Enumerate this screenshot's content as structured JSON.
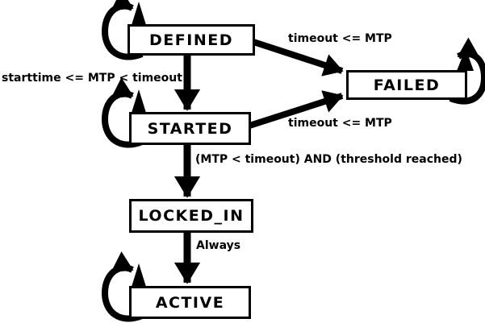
{
  "diagram": {
    "type": "state-machine",
    "background": "#ffffff",
    "stroke_color": "#000000",
    "box_fill": "#ffffff",
    "states": [
      {
        "id": "DEFINED",
        "label": "DEFINED",
        "self_loop": true
      },
      {
        "id": "FAILED",
        "label": "FAILED",
        "self_loop": true
      },
      {
        "id": "STARTED",
        "label": "STARTED",
        "self_loop": true
      },
      {
        "id": "LOCKED_IN",
        "label": "LOCKED_IN",
        "self_loop": false
      },
      {
        "id": "ACTIVE",
        "label": "ACTIVE",
        "self_loop": true
      }
    ],
    "transitions": [
      {
        "from": "DEFINED",
        "to": "FAILED",
        "label": "timeout <= MTP"
      },
      {
        "from": "DEFINED",
        "to": "STARTED",
        "label": "starttime <= MTP < timeout"
      },
      {
        "from": "STARTED",
        "to": "FAILED",
        "label": "timeout <= MTP"
      },
      {
        "from": "STARTED",
        "to": "LOCKED_IN",
        "label": "(MTP < timeout) AND (threshold reached)"
      },
      {
        "from": "LOCKED_IN",
        "to": "ACTIVE",
        "label": "Always"
      }
    ]
  }
}
